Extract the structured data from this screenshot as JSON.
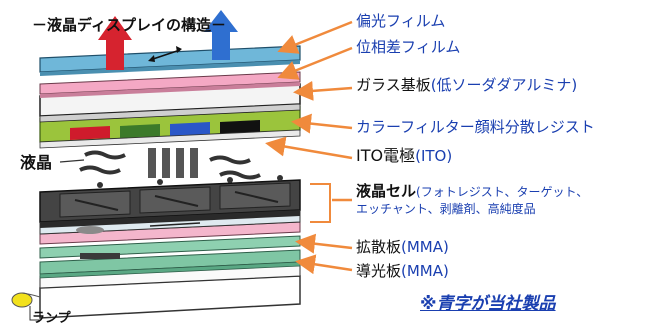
{
  "diagram": {
    "title": "－液晶ディスプレイの構造－",
    "side_label": "液晶",
    "lamp_label": "ランプ",
    "note": "※青字が当社製品",
    "layers": [
      {
        "name": "偏光フィルム"
      },
      {
        "name": "位相差フィルム"
      },
      {
        "name": "ガラス基板",
        "suffix": "(低ソーダダアルミナ)"
      },
      {
        "name": "カラーフィルター顔料分散レジスト"
      },
      {
        "name": "ITO電極",
        "suffix": "(ITO)"
      },
      {
        "name": "液晶セル",
        "suffix": "(フォトレジスト、ターゲット、",
        "suffix2": "エッチャント、剥離剤、高純度品"
      },
      {
        "name": "拡散板",
        "suffix": "(MMA)"
      },
      {
        "name": "導光板",
        "suffix": "(MMA)"
      }
    ],
    "colors": {
      "blue_text": "#1a3fb0",
      "arrow": "#f08a3c",
      "polarizer": "#6fb7d9",
      "retarder": "#f4a8c4",
      "glass": "#f2f2f2",
      "filter_green": "#9bc43c",
      "filter_red": "#cf1b2c",
      "filter_blue": "#2a57c8",
      "cell_dark": "#3a3a3a",
      "diffuser_green": "#7fc6a4",
      "lamp_yellow": "#f2e11c"
    }
  }
}
